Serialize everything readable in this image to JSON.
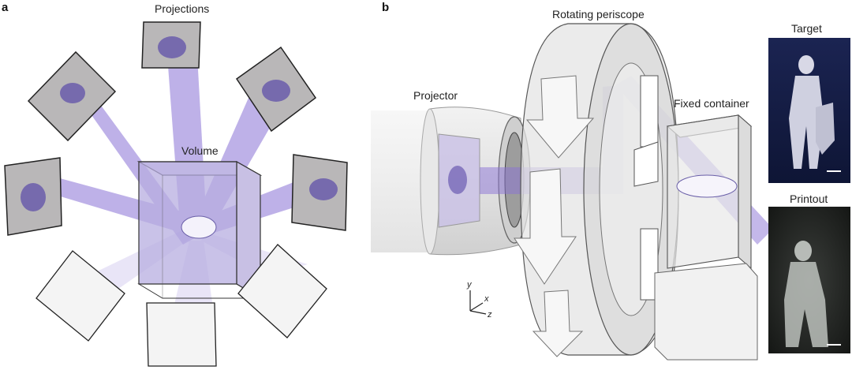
{
  "panel_a": {
    "letter": "a",
    "projections_label": "Projections",
    "volume_label": "Volume"
  },
  "panel_b": {
    "letter": "b",
    "rotating_periscope_label": "Rotating periscope",
    "projector_label": "Projector",
    "fixed_container_label": "Fixed container",
    "target_label": "Target",
    "printout_label": "Printout",
    "axes": {
      "y": "y",
      "x": "x",
      "z": "z"
    }
  },
  "colors": {
    "beam": "#8a72d6",
    "panel_gray": "#b9b7b8",
    "photo_bg_target": "#151e45",
    "photo_bg_printout": "#1f211f"
  }
}
